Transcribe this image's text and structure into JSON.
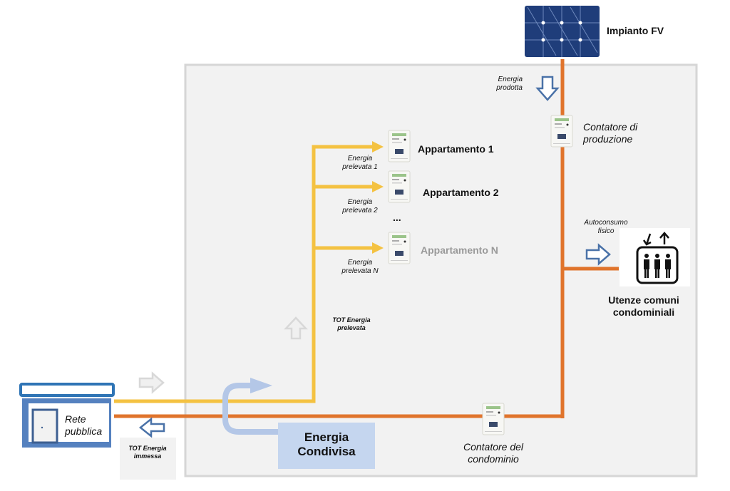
{
  "colors": {
    "grid_line": "#f4c242",
    "internal_line": "#e0742c",
    "arrow_blue": "#4a72a8",
    "shared_energy": "#c5d6ef",
    "building": "#2e74b5",
    "panel": "#f2f2f2"
  },
  "pv": {
    "label": "Impianto FV",
    "flow_label": "Energia prodotta",
    "meter_label": "Contatore di produzione"
  },
  "apartments": [
    {
      "label": "Appartamento 1",
      "flow_label": "Energia prelevata 1"
    },
    {
      "label": "Appartamento 2",
      "flow_label": "Energia prelevata 2"
    },
    {
      "label": "Appartamento N",
      "flow_label": "Energia prelevata N"
    }
  ],
  "ellipsis": "...",
  "tot_prelevata": "TOT Energia prelevata",
  "common": {
    "label": "Utenze comuni condominiali",
    "flow_label": "Autoconsumo fisico"
  },
  "grid": {
    "label": "Rete pubblica",
    "tot_immessa": "TOT Energia immessa"
  },
  "shared": {
    "label": "Energia Condivisa"
  },
  "condo_meter": {
    "label": "Contatore del condominio"
  }
}
